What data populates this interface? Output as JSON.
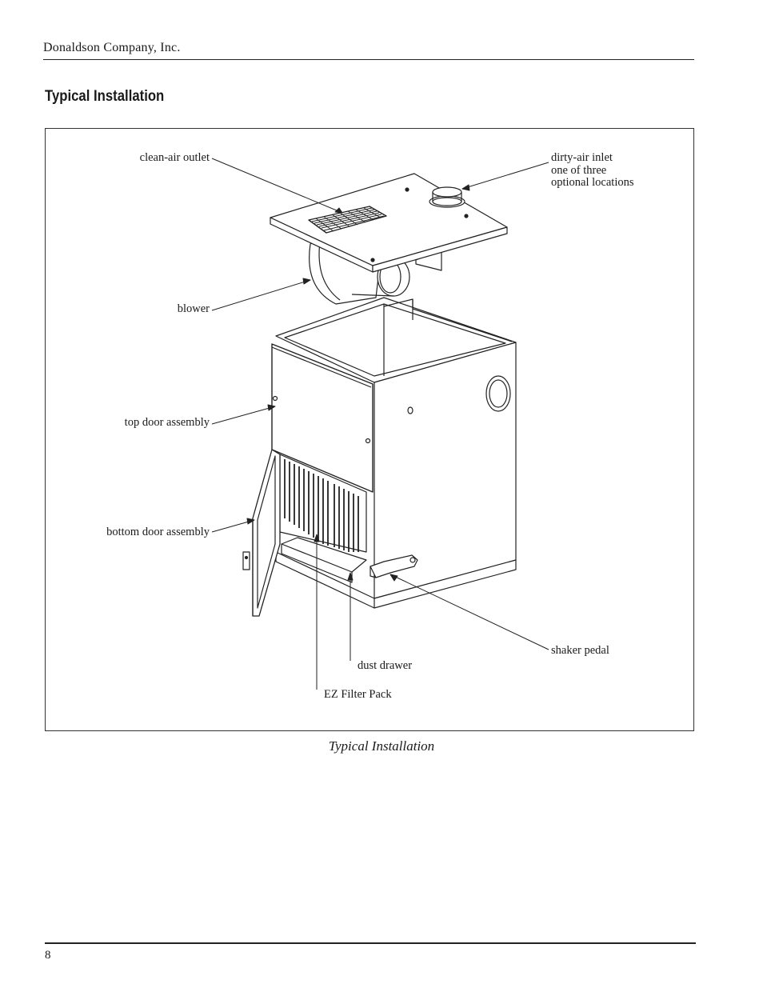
{
  "header": {
    "company": "Donaldson Company, Inc."
  },
  "section": {
    "title": "Typical Installation"
  },
  "figure": {
    "labels": {
      "clean_air_outlet": "clean-air outlet",
      "dirty_air_inlet_1": "dirty-air inlet",
      "dirty_air_inlet_2": "one of three",
      "dirty_air_inlet_3": "optional locations",
      "blower": "blower",
      "top_door_assembly": "top door assembly",
      "bottom_door_assembly": "bottom door assembly",
      "shaker_pedal": "shaker pedal",
      "dust_drawer": "dust drawer",
      "ez_filter_pack": "EZ Filter Pack"
    },
    "caption": "Typical Installation"
  },
  "footer": {
    "page_number": "8"
  }
}
